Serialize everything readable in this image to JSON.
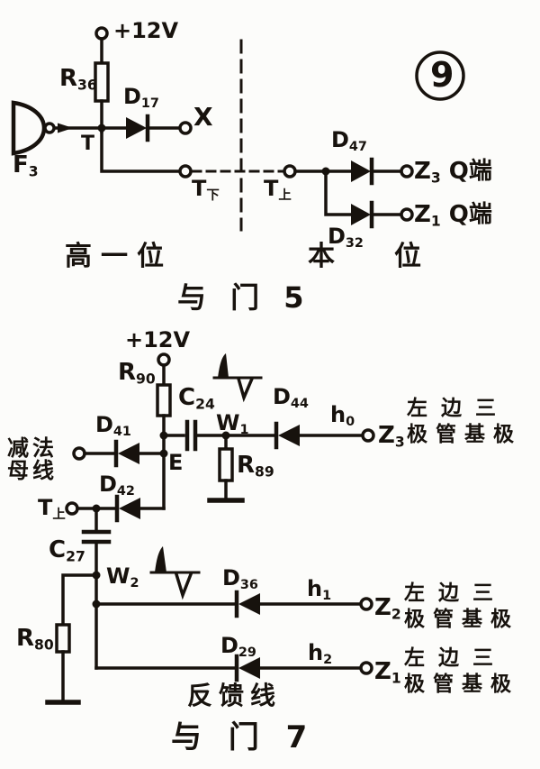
{
  "figure_number": "9",
  "ink_color": "#17120d",
  "paper_color": "#fcfcfa",
  "symbols": {
    "gate": "and-gate-with-inverter-bubble",
    "diode": "diode",
    "resistor": "resistor-box",
    "capacitor": "capacitor",
    "ground": "ground-bar",
    "terminal": "open-circle-terminal",
    "pulse": "differentiated-pulse-waveform"
  },
  "top": {
    "power": "+12V",
    "f3": {
      "base": "F",
      "sub": "3"
    },
    "r36": {
      "base": "R",
      "sub": "36"
    },
    "d17": {
      "base": "D",
      "sub": "17"
    },
    "t_node": "T",
    "x_terminal": "X",
    "t_down": {
      "base": "T",
      "sub": "下"
    },
    "t_up": {
      "base": "T",
      "sub": "上"
    },
    "d47": {
      "base": "D",
      "sub": "47"
    },
    "d32": {
      "base": "D",
      "sub": "32"
    },
    "z3": {
      "base": "Z",
      "sub": "3",
      "suffix": "Q端"
    },
    "z1": {
      "base": "Z",
      "sub": "1",
      "suffix": "Q端"
    },
    "region_left": "高一位",
    "region_right_a": "本",
    "region_right_b": "位",
    "caption": "与 门 5"
  },
  "bottom": {
    "power": "+12V",
    "r90": {
      "base": "R",
      "sub": "90"
    },
    "c24": {
      "base": "C",
      "sub": "24"
    },
    "w1": {
      "base": "W",
      "sub": "1"
    },
    "d44": {
      "base": "D",
      "sub": "44"
    },
    "h0": {
      "base": "h",
      "sub": "0"
    },
    "z3": {
      "base": "Z",
      "sub": "3"
    },
    "r89": {
      "base": "R",
      "sub": "89"
    },
    "bus_line1": "减法",
    "bus_line2": "母线",
    "d41": {
      "base": "D",
      "sub": "41"
    },
    "e_node": "E",
    "d42": {
      "base": "D",
      "sub": "42"
    },
    "t_up": {
      "base": "T",
      "sub": "上"
    },
    "c27": {
      "base": "C",
      "sub": "27"
    },
    "w2": {
      "base": "W",
      "sub": "2"
    },
    "r80": {
      "base": "R",
      "sub": "80"
    },
    "d36": {
      "base": "D",
      "sub": "36"
    },
    "h1": {
      "base": "h",
      "sub": "1"
    },
    "z2": {
      "base": "Z",
      "sub": "2"
    },
    "d29": {
      "base": "D",
      "sub": "29"
    },
    "h2": {
      "base": "h",
      "sub": "2"
    },
    "z1": {
      "base": "Z",
      "sub": "1"
    },
    "base_label": {
      "line1": "左边三",
      "line2": "极管基极"
    },
    "feedback": "反馈线",
    "caption": "与 门 7"
  }
}
